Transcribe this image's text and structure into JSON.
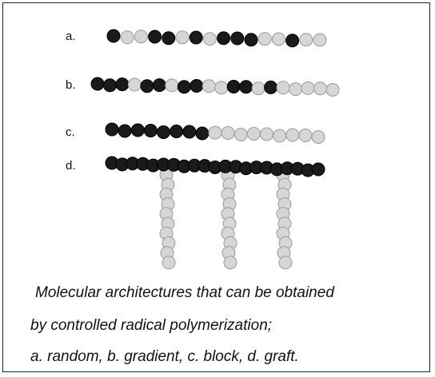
{
  "labels": {
    "a": "a.",
    "b": "b.",
    "c": "c.",
    "d": "d."
  },
  "caption": {
    "line1": "Molecular architectures that can be obtained",
    "line2": "by controlled radical polymerization;",
    "line3": "a. random, b. gradient, c. block, d. graft."
  },
  "colors": {
    "monomer_a": "#1a1a1a",
    "monomer_b": "#d6d6d6",
    "monomer_b_stroke": "#9a9a9a"
  },
  "chains": {
    "random": "ABBAABABAAABBABB",
    "gradient": "AAABAABAABBAABABBBBB",
    "block": "AAAAAAAABBBBBBBBB",
    "graft_backbone": "AAAAAAAAAAAAAAAAAAAAA",
    "graft_branch": "BBBBBBBBBB"
  }
}
